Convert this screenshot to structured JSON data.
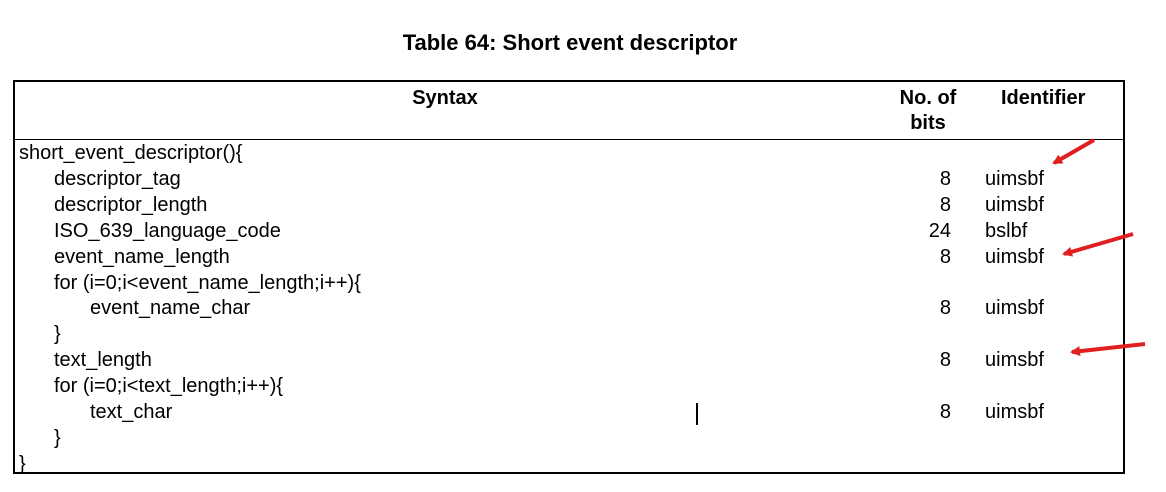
{
  "title": "Table 64: Short event descriptor",
  "headers": {
    "syntax": "Syntax",
    "bits": "No. of bits",
    "identifier": "Identifier"
  },
  "rows": [
    {
      "syntax": "short_event_descriptor(){",
      "bits": "",
      "identifier": "",
      "indent": 0
    },
    {
      "syntax": "descriptor_tag",
      "bits": "8",
      "identifier": "uimsbf",
      "indent": 1
    },
    {
      "syntax": "descriptor_length",
      "bits": "8",
      "identifier": "uimsbf",
      "indent": 1
    },
    {
      "syntax": "ISO_639_language_code",
      "bits": "24",
      "identifier": "bslbf",
      "indent": 1
    },
    {
      "syntax": "event_name_length",
      "bits": "8",
      "identifier": "uimsbf",
      "indent": 1
    },
    {
      "syntax": "for (i=0;i<event_name_length;i++){",
      "bits": "",
      "identifier": "",
      "indent": 1
    },
    {
      "syntax": "event_name_char",
      "bits": "8",
      "identifier": "uimsbf",
      "indent": 2
    },
    {
      "syntax": "}",
      "bits": "",
      "identifier": "",
      "indent": 1
    },
    {
      "syntax": "text_length",
      "bits": "8",
      "identifier": "uimsbf",
      "indent": 1
    },
    {
      "syntax": "for (i=0;i<text_length;i++){",
      "bits": "",
      "identifier": "",
      "indent": 1
    },
    {
      "syntax": "text_char",
      "bits": "8",
      "identifier": "uimsbf",
      "indent": 2
    },
    {
      "syntax": "}",
      "bits": "",
      "identifier": "",
      "indent": 1
    },
    {
      "syntax": "}",
      "bits": "",
      "identifier": "",
      "indent": 0
    }
  ],
  "annotations": {
    "arrow_color": "#e02020",
    "arrow_count": 3
  }
}
